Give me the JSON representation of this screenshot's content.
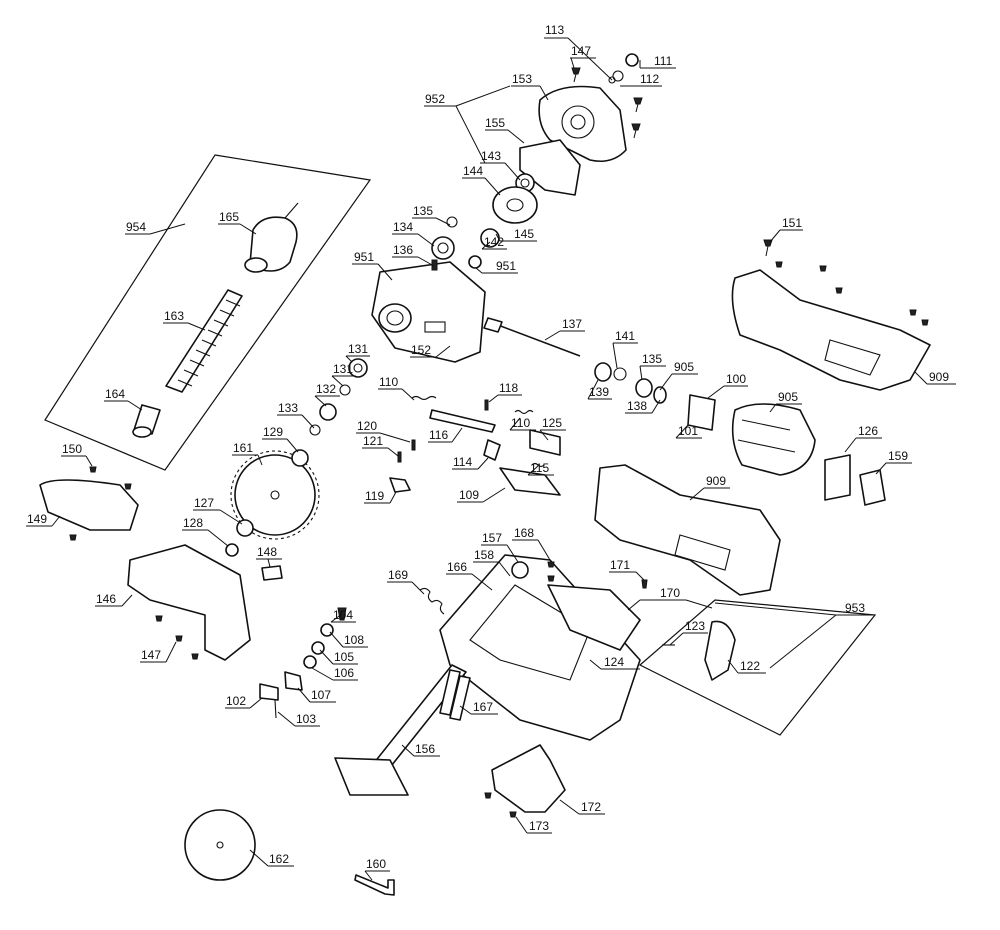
{
  "colors": {
    "line": "#111111",
    "background": "#ffffff"
  },
  "callouts": [
    {
      "num": "113"
    },
    {
      "num": "147"
    },
    {
      "num": "111"
    },
    {
      "num": "112"
    },
    {
      "num": "952"
    },
    {
      "num": "153"
    },
    {
      "num": "155"
    },
    {
      "num": "143"
    },
    {
      "num": "144"
    },
    {
      "num": "165"
    },
    {
      "num": "954"
    },
    {
      "num": "135"
    },
    {
      "num": "134"
    },
    {
      "num": "145"
    },
    {
      "num": "142"
    },
    {
      "num": "136"
    },
    {
      "num": "951"
    },
    {
      "num": "951"
    },
    {
      "num": "151"
    },
    {
      "num": "163"
    },
    {
      "num": "137"
    },
    {
      "num": "152"
    },
    {
      "num": "141"
    },
    {
      "num": "131"
    },
    {
      "num": "131"
    },
    {
      "num": "139"
    },
    {
      "num": "135"
    },
    {
      "num": "905"
    },
    {
      "num": "100"
    },
    {
      "num": "909"
    },
    {
      "num": "164"
    },
    {
      "num": "110"
    },
    {
      "num": "118"
    },
    {
      "num": "132"
    },
    {
      "num": "138"
    },
    {
      "num": "905"
    },
    {
      "num": "133"
    },
    {
      "num": "110"
    },
    {
      "num": "101"
    },
    {
      "num": "120"
    },
    {
      "num": "125"
    },
    {
      "num": "116"
    },
    {
      "num": "126"
    },
    {
      "num": "129"
    },
    {
      "num": "121"
    },
    {
      "num": "161"
    },
    {
      "num": "150"
    },
    {
      "num": "114"
    },
    {
      "num": "115"
    },
    {
      "num": "159"
    },
    {
      "num": "909"
    },
    {
      "num": "119"
    },
    {
      "num": "109"
    },
    {
      "num": "127"
    },
    {
      "num": "149"
    },
    {
      "num": "128"
    },
    {
      "num": "168"
    },
    {
      "num": "157"
    },
    {
      "num": "148"
    },
    {
      "num": "158"
    },
    {
      "num": "166"
    },
    {
      "num": "171"
    },
    {
      "num": "169"
    },
    {
      "num": "170"
    },
    {
      "num": "953"
    },
    {
      "num": "146"
    },
    {
      "num": "104"
    },
    {
      "num": "123"
    },
    {
      "num": "108"
    },
    {
      "num": "147"
    },
    {
      "num": "105"
    },
    {
      "num": "124"
    },
    {
      "num": "122"
    },
    {
      "num": "106"
    },
    {
      "num": "107"
    },
    {
      "num": "102"
    },
    {
      "num": "167"
    },
    {
      "num": "103"
    },
    {
      "num": "156"
    },
    {
      "num": "172"
    },
    {
      "num": "173"
    },
    {
      "num": "162"
    },
    {
      "num": "160"
    }
  ]
}
